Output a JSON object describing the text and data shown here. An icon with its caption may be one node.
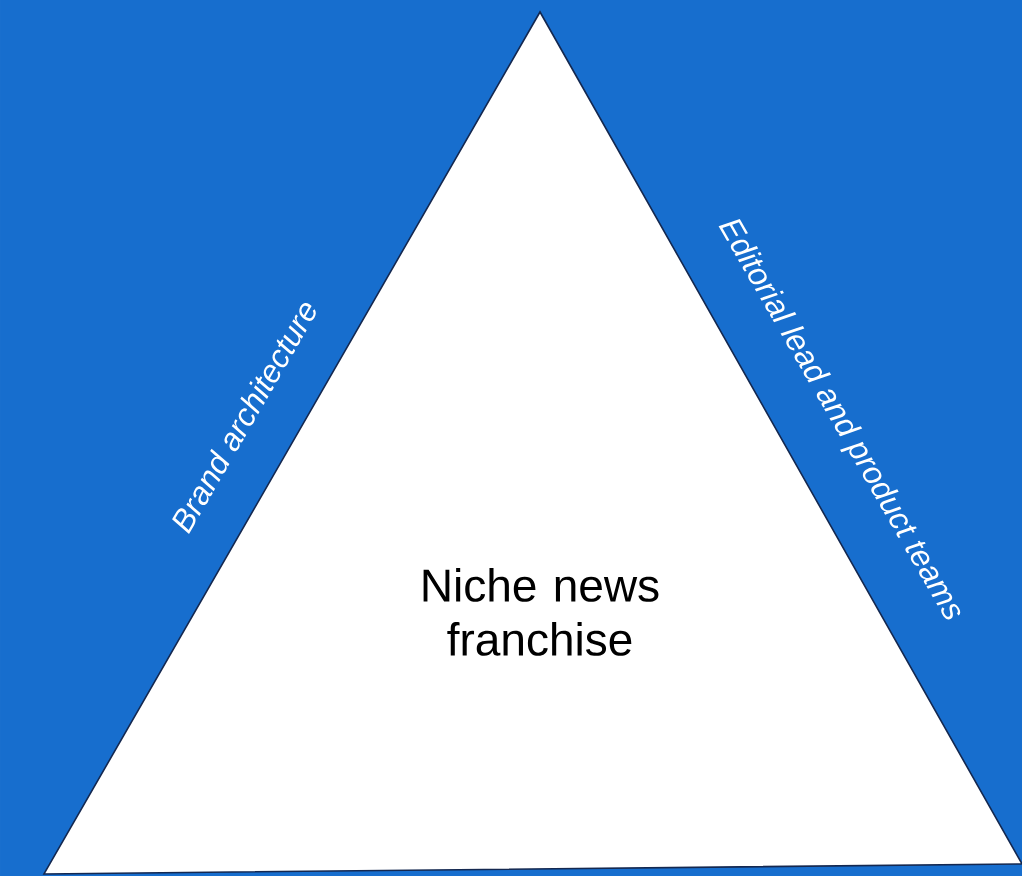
{
  "diagram": {
    "nodes": [
      {
        "text": [
          "Niche news franchise"
        ]
      }
    ],
    "labels": [
      "Brand architecture",
      "Editorial lead and product teams"
    ]
  }
}
